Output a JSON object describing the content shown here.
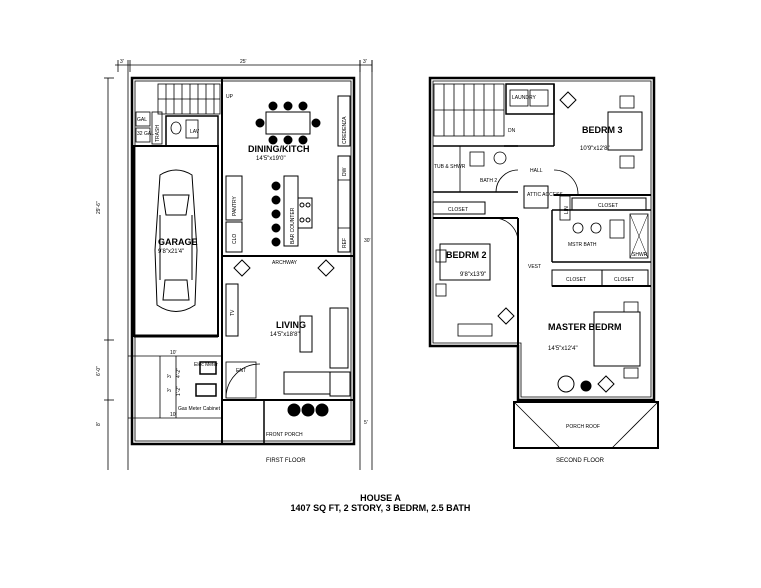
{
  "dimensions": {
    "top_left": "3'",
    "top_mid": "25'",
    "top_right": "3'",
    "side_mid": "30'",
    "left_upper": "29'-6\"",
    "left_lower": "6'-0\"",
    "left_small": "8'",
    "right_small": "5'",
    "meter_10_a": "10'",
    "meter_10_b": "10'",
    "meter_v1": "3'",
    "meter_v2": "4'-2\"",
    "meter_v3": "3'",
    "meter_v4": "1'-2\""
  },
  "first_floor": {
    "label": "FIRST FLOOR",
    "rooms": {
      "dining": {
        "name": "DINING/KITCH",
        "size": "14'5\"x19'0\""
      },
      "garage": {
        "name": "GARAGE",
        "size": "9'8\"x21'4\""
      },
      "living": {
        "name": "LIVING",
        "size": "14'5\"x18'8\""
      }
    },
    "labels": {
      "up": "UP",
      "gal_1": "GAL",
      "gal_2": "32 GAL",
      "trash": "TRASH",
      "lav": "LAV",
      "credenza": "CREDENZA",
      "pantry": "PANTRY",
      "bar_counter": "BAR COUNTER",
      "dw": "DW",
      "clo": "CLO",
      "ref": "REF",
      "archway": "ARCHWAY",
      "tv": "TV",
      "ent": "ENT",
      "front_porch": "FRONT PORCH",
      "elec_meter": "Elec Meter",
      "gas_meter": "Gas Meter Cabinet"
    }
  },
  "second_floor": {
    "label": "SECOND FLOOR",
    "rooms": {
      "bedrm3": {
        "name": "BEDRM 3",
        "size": "10'9\"x12'8\""
      },
      "bedrm2": {
        "name": "BEDRM 2",
        "size": "9'8\"x13'9\""
      },
      "master": {
        "name": "MASTER BEDRM",
        "size": "14'5\"x12'4\""
      }
    },
    "labels": {
      "laundry": "LAUNDRY",
      "dn": "DN",
      "tub": "TUB & SHWR",
      "bath2": "BATH 2",
      "hall": "HALL",
      "attic": "ATTIC ACCESS",
      "closet_1": "CLOSET",
      "closet_2": "CLOSET",
      "lin": "LIN",
      "mstr_bath": "MSTR BATH",
      "shwr": "SHWR",
      "vest": "VEST",
      "closet_3": "CLOSET",
      "closet_4": "CLOSET",
      "porch_roof": "PORCH ROOF"
    }
  },
  "footer": {
    "title": "HOUSE A",
    "subtitle": "1407 SQ FT, 2 STORY, 3 BEDRM, 2.5 BATH"
  }
}
